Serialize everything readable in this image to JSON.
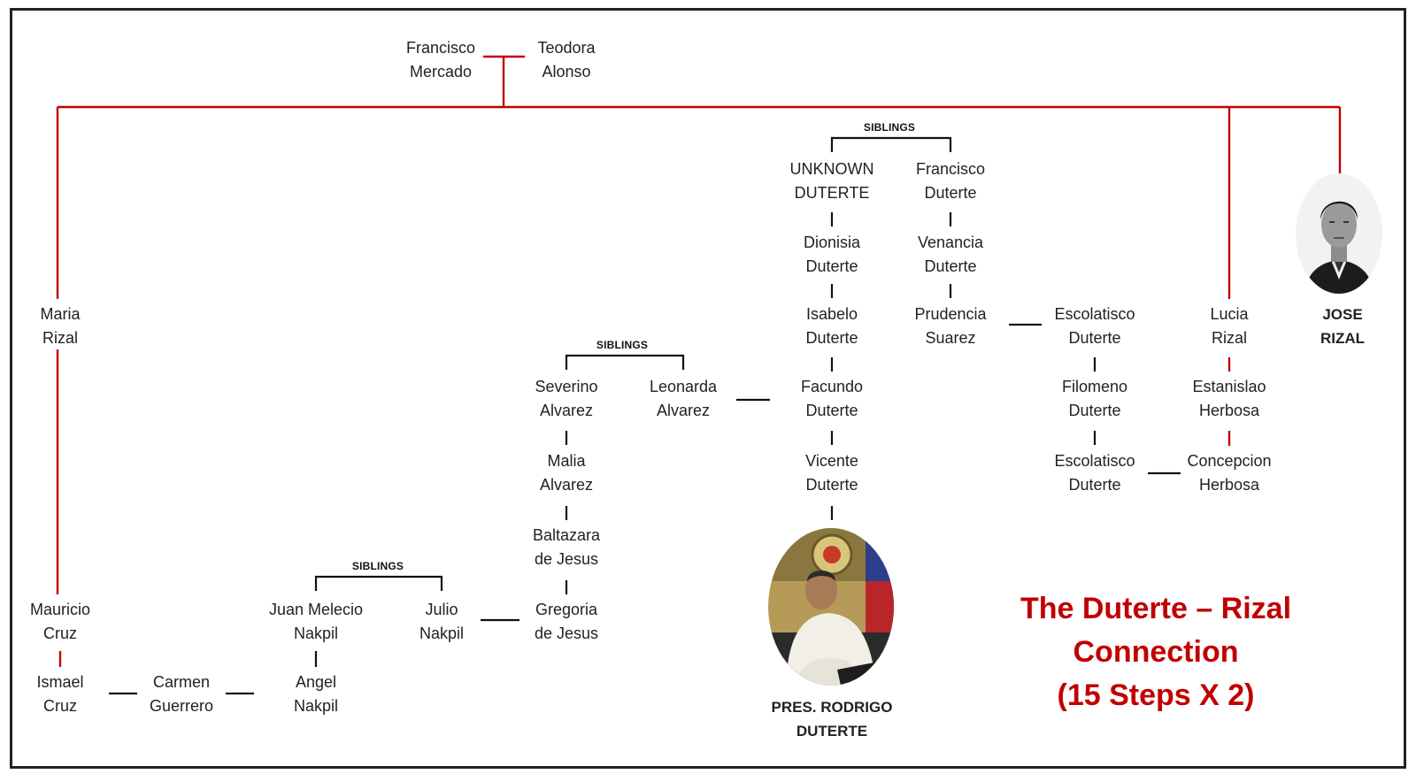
{
  "title": {
    "line1": "The Duterte – Rizal",
    "line2": "Connection",
    "line3": "(15 Steps X 2)"
  },
  "siblings_label": "SIBLINGS",
  "people": {
    "francisco_mercado": [
      "Francisco",
      "Mercado"
    ],
    "teodora_alonso": [
      "Teodora",
      "Alonso"
    ],
    "maria_rizal": [
      "Maria",
      "Rizal"
    ],
    "mauricio_cruz": [
      "Mauricio",
      "Cruz"
    ],
    "ismael_cruz": [
      "Ismael",
      "Cruz"
    ],
    "carmen_guerrero": [
      "Carmen",
      "Guerrero"
    ],
    "angel_nakpil": [
      "Angel",
      "Nakpil"
    ],
    "juan_melecio_nakpil": [
      "Juan Melecio",
      "Nakpil"
    ],
    "julio_nakpil": [
      "Julio",
      "Nakpil"
    ],
    "gregoria_de_jesus": [
      "Gregoria",
      "de Jesus"
    ],
    "baltazara_de_jesus": [
      "Baltazara",
      "de Jesus"
    ],
    "malia_alvarez": [
      "Malia",
      "Alvarez"
    ],
    "severino_alvarez": [
      "Severino",
      "Alvarez"
    ],
    "leonarda_alvarez": [
      "Leonarda",
      "Alvarez"
    ],
    "unknown_duterte": [
      "UNKNOWN",
      "DUTERTE"
    ],
    "francisco_duterte": [
      "Francisco",
      "Duterte"
    ],
    "dionisia_duterte": [
      "Dionisia",
      "Duterte"
    ],
    "venancia_duterte": [
      "Venancia",
      "Duterte"
    ],
    "isabelo_duterte": [
      "Isabelo",
      "Duterte"
    ],
    "prudencia_suarez": [
      "Prudencia",
      "Suarez"
    ],
    "facundo_duterte": [
      "Facundo",
      "Duterte"
    ],
    "vicente_duterte": [
      "Vicente",
      "Duterte"
    ],
    "pres_rodrigo_duterte": [
      "PRES. RODRIGO",
      "DUTERTE"
    ],
    "escolatisco_duterte_1": [
      "Escolatisco",
      "Duterte"
    ],
    "filomeno_duterte": [
      "Filomeno",
      "Duterte"
    ],
    "escolatisco_duterte_2": [
      "Escolatisco",
      "Duterte"
    ],
    "lucia_rizal": [
      "Lucia",
      "Rizal"
    ],
    "estanislao_herbosa": [
      "Estanislao",
      "Herbosa"
    ],
    "concepcion_herbosa": [
      "Concepcion",
      "Herbosa"
    ],
    "jose_rizal": [
      "JOSE",
      "RIZAL"
    ]
  },
  "colors": {
    "rizal_line": "#c00000",
    "duterte_line": "#111111",
    "title": "#c00000"
  }
}
